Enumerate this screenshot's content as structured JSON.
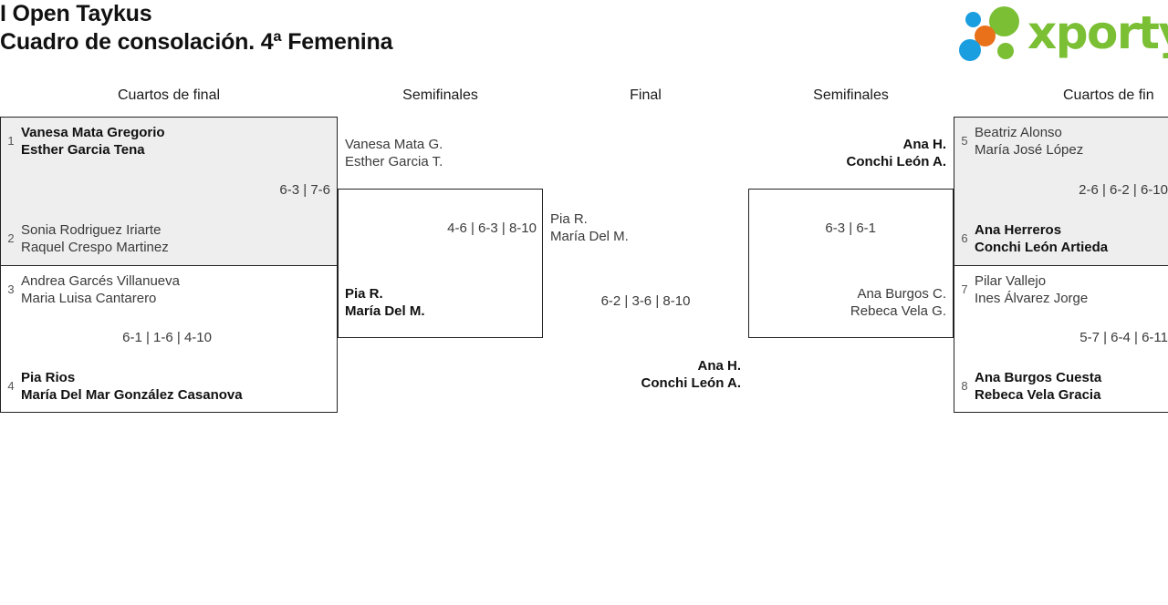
{
  "header": {
    "tournament": "I Open Taykus",
    "subtitle": "Cuadro de consolación. 4ª Femenina"
  },
  "logo": {
    "wordmark": "xporty",
    "colors": {
      "green": "#7bbf34",
      "blue": "#1a9ee0",
      "orange": "#e8711a"
    }
  },
  "round_headers": [
    {
      "label": "Cuartos de final"
    },
    {
      "label": "Semifinales"
    },
    {
      "label": "Final"
    },
    {
      "label": "Semifinales"
    },
    {
      "label": "Cuartos de fin"
    }
  ],
  "bracket": {
    "quarterfinals_left": [
      {
        "shaded": true,
        "score": "6-3 | 7-6",
        "teams": [
          {
            "seed": "1",
            "player1": "Vanesa Mata Gregorio",
            "player2": "Esther Garcia Tena",
            "winner": true
          },
          {
            "seed": "2",
            "player1": "Sonia Rodriguez Iriarte",
            "player2": "Raquel Crespo Martinez",
            "winner": false
          }
        ]
      },
      {
        "shaded": false,
        "score": "6-1 | 1-6 | 4-10",
        "teams": [
          {
            "seed": "3",
            "player1": "Andrea Garcés Villanueva",
            "player2": "Maria Luisa Cantarero",
            "winner": false
          },
          {
            "seed": "4",
            "player1": "Pia Rios",
            "player2": "María Del Mar González Casanova",
            "winner": true
          }
        ]
      }
    ],
    "semifinal_left": {
      "score": "4-6 | 6-3 | 8-10",
      "teams": [
        {
          "player1": "Vanesa Mata G.",
          "player2": "Esther Garcia T.",
          "winner": false
        },
        {
          "player1": "Pia R.",
          "player2": "María Del M.",
          "winner": true
        }
      ]
    },
    "final": {
      "score": "6-2 | 3-6 | 8-10",
      "teams": [
        {
          "player1": "Pia R.",
          "player2": "María Del M.",
          "winner": false
        },
        {
          "player1": "Ana H.",
          "player2": "Conchi León A.",
          "winner": true
        }
      ]
    },
    "semifinal_right": {
      "score": "6-3 | 6-1",
      "teams": [
        {
          "player1": "Ana H.",
          "player2": "Conchi León A.",
          "winner": true
        },
        {
          "player1": "Ana Burgos C.",
          "player2": "Rebeca Vela G.",
          "winner": false
        }
      ]
    },
    "quarterfinals_right": [
      {
        "shaded": true,
        "score": "2-6 | 6-2 | 6-10",
        "teams": [
          {
            "seed": "5",
            "player1": "Beatriz Alonso",
            "player2": "María José López",
            "winner": false
          },
          {
            "seed": "6",
            "player1": "Ana Herreros",
            "player2": "Conchi León Artieda",
            "winner": true
          }
        ]
      },
      {
        "shaded": false,
        "score": "5-7 | 6-4 | 6-11",
        "teams": [
          {
            "seed": "7",
            "player1": "Pilar Vallejo",
            "player2": "Ines Álvarez Jorge",
            "winner": false
          },
          {
            "seed": "8",
            "player1": "Ana Burgos Cuesta",
            "player2": "Rebeca Vela Gracia",
            "winner": true
          }
        ]
      }
    ]
  }
}
